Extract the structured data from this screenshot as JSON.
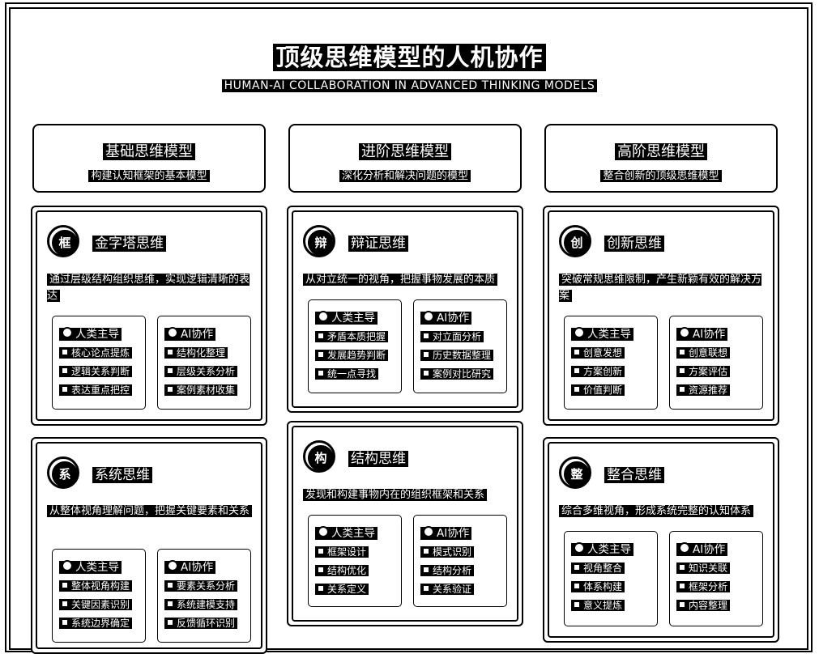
{
  "header": {
    "title": "顶级思维模型的人机协作",
    "subtitle": "HUMAN-AI COLLABORATION IN ADVANCED THINKING MODELS"
  },
  "columns": [
    {
      "title": "基础思维模型",
      "desc": "构建认知框架的基本模型"
    },
    {
      "title": "进阶思维模型",
      "desc": "深化分析和解决问题的模型"
    },
    {
      "title": "高阶思维模型",
      "desc": "整合创新的顶级思维模型"
    }
  ],
  "cards": [
    {
      "icon_char": "框",
      "icon": "frame-icon",
      "name": "金字塔思维",
      "desc": "通过层级结构组织思维，实现逻辑清晰的表达",
      "human": {
        "title": "人类主导",
        "items": [
          "核心论点提炼",
          "逻辑关系判断",
          "表达重点把控"
        ]
      },
      "ai": {
        "title": "AI协作",
        "items": [
          "结构化整理",
          "层级关系分析",
          "案例素材收集"
        ]
      }
    },
    {
      "icon_char": "系",
      "icon": "system-icon",
      "name": "系统思维",
      "desc": "从整体视角理解问题，把握关键要素和关系",
      "human": {
        "title": "人类主导",
        "items": [
          "整体视角构建",
          "关键因素识别",
          "系统边界确定"
        ]
      },
      "ai": {
        "title": "AI协作",
        "items": [
          "要素关系分析",
          "系统建模支持",
          "反馈循环识别"
        ]
      }
    },
    {
      "icon_char": "辩",
      "icon": "dialectic-icon",
      "name": "辩证思维",
      "desc": "从对立统一的视角，把握事物发展的本质",
      "human": {
        "title": "人类主导",
        "items": [
          "矛盾本质把握",
          "发展趋势判断",
          "统一点寻找"
        ]
      },
      "ai": {
        "title": "AI协作",
        "items": [
          "对立面分析",
          "历史数据整理",
          "案例对比研究"
        ]
      }
    },
    {
      "icon_char": "构",
      "icon": "structure-icon",
      "name": "结构思维",
      "desc": "发现和构建事物内在的组织框架和关系",
      "human": {
        "title": "人类主导",
        "items": [
          "框架设计",
          "结构优化",
          "关系定义"
        ]
      },
      "ai": {
        "title": "AI协作",
        "items": [
          "模式识别",
          "结构分析",
          "关系验证"
        ]
      }
    },
    {
      "icon_char": "创",
      "icon": "innovation-icon",
      "name": "创新思维",
      "desc": "突破常规思维限制，产生新颖有效的解决方案",
      "human": {
        "title": "人类主导",
        "items": [
          "创意发想",
          "方案创新",
          "价值判断"
        ]
      },
      "ai": {
        "title": "AI协作",
        "items": [
          "创意联想",
          "方案评估",
          "资源推荐"
        ]
      }
    },
    {
      "icon_char": "整",
      "icon": "integration-icon",
      "name": "整合思维",
      "desc": "综合多维视角，形成系统完整的认知体系",
      "human": {
        "title": "人类主导",
        "items": [
          "视角整合",
          "体系构建",
          "意义提炼"
        ]
      },
      "ai": {
        "title": "AI协作",
        "items": [
          "知识关联",
          "框架分析",
          "内容整理"
        ]
      }
    }
  ]
}
